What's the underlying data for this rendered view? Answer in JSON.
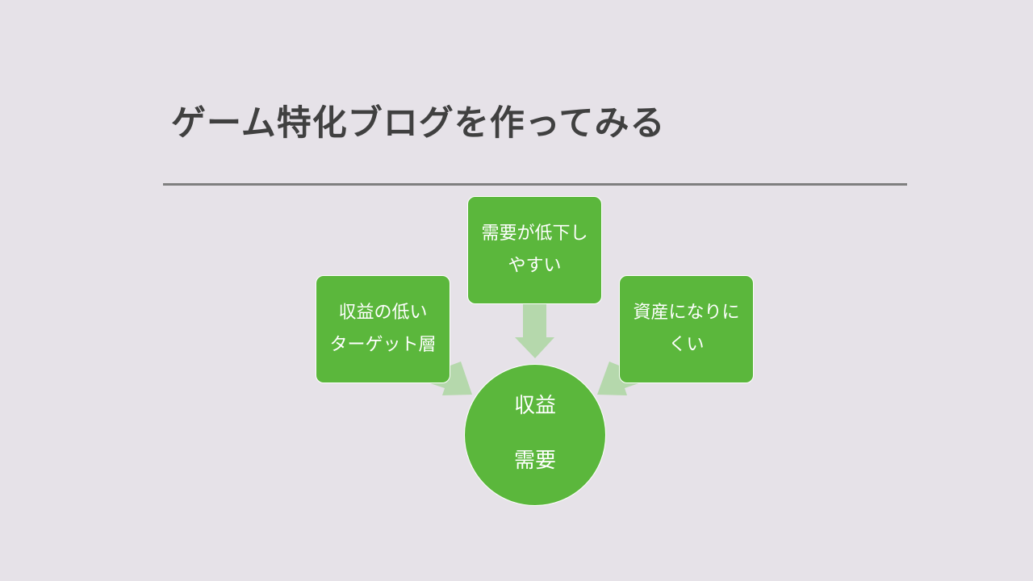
{
  "slide": {
    "title": "ゲーム特化ブログを作ってみる"
  },
  "diagram": {
    "boxes": [
      {
        "id": "left",
        "label": "収益の低い\nターゲット層"
      },
      {
        "id": "top",
        "label": "需要が低下し\nやすい"
      },
      {
        "id": "right",
        "label": "資産になりに\nくい"
      }
    ],
    "center": {
      "line1": "収益",
      "line2": "需要"
    }
  },
  "colors": {
    "background": "#e6e2e8",
    "title": "#404040",
    "rule": "#7f7f7f",
    "box_fill": "#5bb73c",
    "arrow_fill": "#b5d8ac",
    "text": "#ffffff"
  }
}
